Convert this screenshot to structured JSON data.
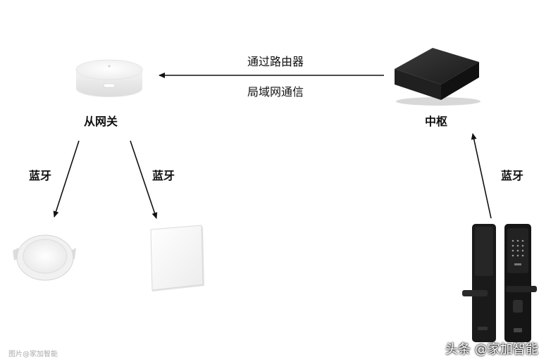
{
  "labels": {
    "via_router": "通过路由器",
    "lan_comm": "局域网通信",
    "sub_gateway": "从网关",
    "hub": "中枢",
    "bluetooth_1": "蓝牙",
    "bluetooth_2": "蓝牙",
    "bluetooth_3": "蓝牙"
  },
  "watermark": {
    "small": "图片@家加智能",
    "brand": "头条 @家加智能"
  }
}
